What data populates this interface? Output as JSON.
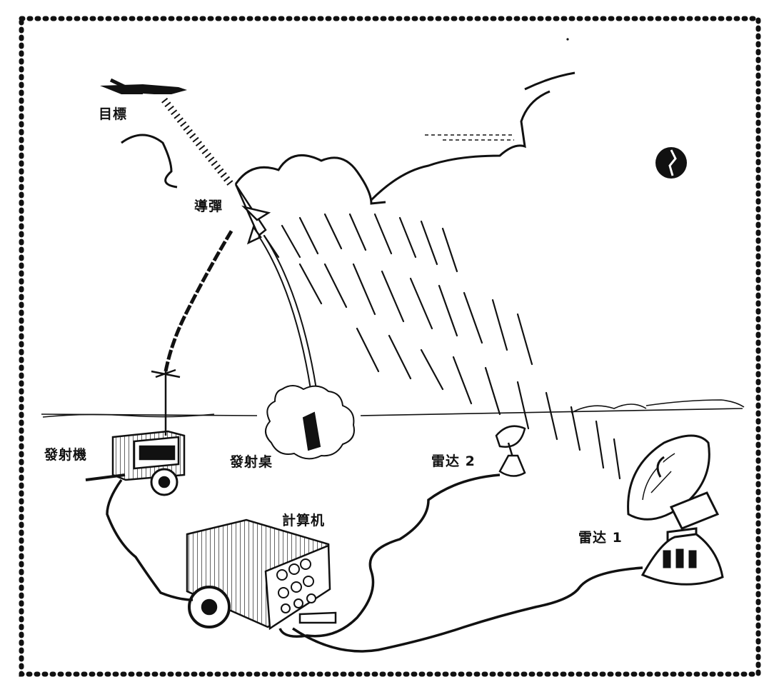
{
  "labels": {
    "target": "目標",
    "missile": "導彈",
    "transmitter": "發射機",
    "launch_pad": "發射桌",
    "radar2": "雷达 2",
    "computer": "計算机",
    "radar1": "雷达 1"
  },
  "colors": {
    "ink": "#111111",
    "paper": "#ffffff"
  },
  "icons": [
    "airplane-icon",
    "missile-icon",
    "radar-dish-icon",
    "trailer-icon",
    "sun-icon"
  ]
}
